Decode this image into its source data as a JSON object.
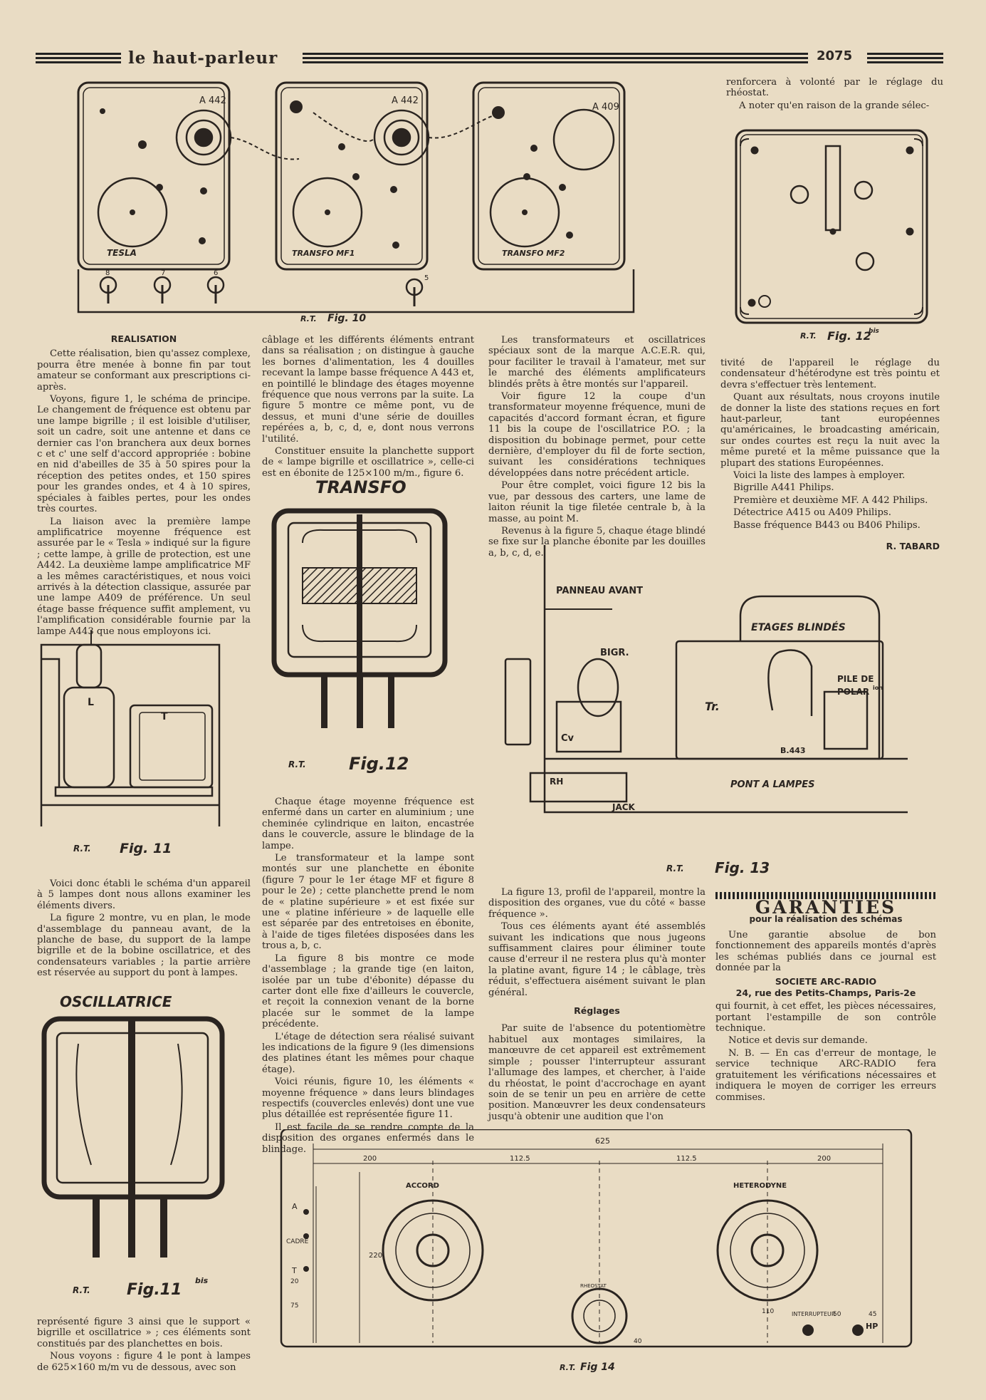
{
  "masthead": {
    "name": "le haut-parleur",
    "page_number": "2075"
  },
  "figures": {
    "fig10": {
      "caption_prefix": "R.T.",
      "caption": "Fig. 10",
      "tube_labels": [
        "A 442",
        "A 442",
        "A 409"
      ],
      "coil_labels": [
        "TESLA",
        "TRANSFO MF1",
        "TRANSFO MF2"
      ],
      "terminal_numbers": [
        "8",
        "7",
        "6",
        "5"
      ]
    },
    "fig12bis": {
      "caption_prefix": "R.T.",
      "caption": "Fig. 12",
      "sup": "bis"
    },
    "transfo": {
      "title": "TRANSFO",
      "caption_prefix": "R.T.",
      "caption": "Fig.12"
    },
    "fig11": {
      "caption_prefix": "R.T.",
      "caption": "Fig. 11",
      "letters": [
        "L",
        "T"
      ]
    },
    "oscillatrice": {
      "title": "OSCILLATRICE",
      "caption_prefix": "R.T.",
      "caption": "Fig.11",
      "sup": "bis"
    },
    "fig13": {
      "caption_prefix": "R.T.",
      "caption": "Fig. 13",
      "labels": {
        "panneau": "PANNEAU AVANT",
        "etages": "ETAGES BLINDÉS",
        "bigr": "BIGR.",
        "pile": "PILE DE",
        "polar": "POLAR",
        "polar_sup": "ion",
        "tr": "Tr.",
        "cv": "Cv",
        "rh": "RH",
        "jack": "JACK",
        "b443": "B.443",
        "pont": "PONT A LAMPES"
      }
    },
    "fig14": {
      "caption_prefix": "R.T.",
      "caption": "Fig 14",
      "dims": {
        "total": "625",
        "d1": "200",
        "d2": "112.5",
        "d3": "112.5",
        "d4": "200",
        "height": "220",
        "d75": "75",
        "d20": "20",
        "d110": "110",
        "d50": "50",
        "d45": "45",
        "d40": "40"
      },
      "dial_labels": [
        "ACCORD",
        "HETERODYNE"
      ],
      "left_labels": [
        "A",
        "CADRE",
        "T"
      ],
      "small_labels": {
        "interrupteur": "INTERRUPTEUR",
        "hp": "HP",
        "rheostat": "RHEOSTAT"
      }
    }
  },
  "col1": {
    "heading": "REALISATION",
    "paras": [
      "Cette réalisation, bien qu'assez complexe, pourra être menée à bonne fin par tout amateur se conformant aux prescriptions ci-après.",
      "Voyons, figure 1, le schéma de principe. Le changement de fréquence est obtenu par une lampe bigrille ; il est loisible d'utiliser, soit un cadre, soit une antenne et dans ce dernier cas l'on branchera aux deux bornes c et c' une self d'accord appropriée : bobine en nid d'abeilles de 35 à 50 spires pour la réception des petites ondes, et 150 spires pour les grandes ondes, et 4 à 10 spires, spéciales à faibles pertes, pour les ondes très courtes.",
      "La liaison avec la première lampe amplificatrice moyenne fréquence est assurée par le « Tesla » indiqué sur la figure ; cette lampe, à grille de protection, est une A442. La deuxième lampe amplificatrice MF a les mêmes caractéristiques, et nous voici arrivés à la détection classique, assurée par une lampe A409 de préférence. Un seul étage basse fréquence suffit amplement, vu l'amplification considérable fournie par la lampe A443 que nous employons ici."
    ],
    "paras_b": [
      "Voici donc établi le schéma d'un appareil à 5 lampes dont nous allons examiner les éléments divers.",
      "La figure 2 montre, vu en plan, le mode d'assemblage du panneau avant, de la planche de base, du support de la lampe bigrille et de la bobine oscillatrice, et des condensateurs variables ; la partie arrière est réservée au support du pont à lampes."
    ],
    "paras_c": [
      "représenté figure 3 ainsi que le support « bigrille et oscillatrice » ; ces éléments sont constitués par des planchettes en bois.",
      "Nous voyons : figure 4 le pont à lampes de 625×160 m/m vu de dessous, avec son"
    ]
  },
  "col2": {
    "paras": [
      "câblage et les différents éléments entrant dans sa réalisation ; on distingue à gauche les bornes d'alimentation, les 4 douilles recevant la lampe basse fréquence A 443 et, en pointillé le blindage des étages moyenne fréquence que nous verrons par la suite. La figure 5 montre ce même pont, vu de dessus, et muni d'une série de douilles repérées a, b, c, d, e, dont nous verrons l'utilité.",
      "Constituer ensuite la planchette support de « lampe bigrille et oscillatrice », celle-ci est en ébonite de 125×100 m/m., figure 6."
    ],
    "paras_b": [
      "Chaque étage moyenne fréquence est enfermé dans un carter en aluminium ; une cheminée cylindrique en laiton, encastrée dans le couvercle, assure le blindage de la lampe.",
      "Le transformateur et la lampe sont montés sur une planchette en ébonite (figure 7 pour le 1er étage MF et figure 8 pour le 2e) ; cette planchette prend le nom de « platine supérieure » et est fixée sur une « platine inférieure » de laquelle elle est séparée par des entretoises en ébonite, à l'aide de tiges filetées disposées dans les trous a, b, c.",
      "La figure 8 bis montre ce mode d'assemblage ; la grande tige (en laiton, isolée par un tube d'ébonite) dépasse du carter dont elle fixe d'ailleurs le couvercle, et reçoit la connexion venant de la borne placée sur le sommet de la lampe précédente.",
      "L'étage de détection sera réalisé suivant les indications de la figure 9 (les dimensions des platines étant les mêmes pour chaque étage).",
      "Voici réunis, figure 10, les éléments « moyenne fréquence » dans leurs blindages respectifs (couvercles enlevés) dont une vue plus détaillée est représentée figure 11.",
      "Il est facile de se rendre compte de la disposition des organes enfermés dans le blindage."
    ]
  },
  "col3": {
    "paras": [
      "Les transformateurs et oscillatrices spéciaux sont de la marque A.C.E.R. qui, pour faciliter le travail à l'amateur, met sur le marché des éléments amplificateurs blindés prêts à être montés sur l'appareil.",
      "Voir figure 12 la coupe d'un transformateur moyenne fréquence, muni de capacités d'accord formant écran, et figure 11 bis la coupe de l'oscillatrice P.O. ; la disposition du bobinage permet, pour cette dernière, d'employer du fil de forte section, suivant les considérations techniques développées dans notre précédent article.",
      "Pour être complet, voici figure 12 bis la vue, par dessous des carters, une lame de laiton réunit la tige filetée centrale b, à la masse, au point M.",
      "Revenus à la figure 5, chaque étage blindé se fixe sur la planche ébonite par les douilles a, b, c, d, e."
    ],
    "paras_b": [
      "La figure 13, profil de l'appareil, montre la disposition des organes, vue du côté « basse fréquence ».",
      "Tous ces éléments ayant été assemblés suivant les indications que nous jugeons suffisamment claires pour éliminer toute cause d'erreur il ne restera plus qu'à monter la platine avant, figure 14 ; le câblage, très réduit, s'effectuera aisément suivant le plan général."
    ],
    "heading_b": "Réglages",
    "paras_c": [
      "Par suite de l'absence du potentiomètre habituel aux montages similaires, la manœuvre de cet appareil est extrêmement simple ; pousser l'interrupteur assurant l'allumage des lampes, et chercher, à l'aide du rhéostat, le point d'accrochage en ayant soin de se tenir un peu en arrière de cette position. Manœuvrer les deux condensateurs jusqu'à obtenir une audition que l'on"
    ]
  },
  "col4": {
    "top_paras": [
      "renforcera à volonté par le réglage du rhéostat.",
      "A noter qu'en raison de la grande sélec-"
    ],
    "paras": [
      "tivité de l'appareil le réglage du condensateur d'hétérodyne est très pointu et devra s'effectuer très lentement.",
      "Quant aux résultats, nous croyons inutile de donner la liste des stations reçues en fort haut-parleur, tant européennes qu'américaines, le broadcasting américain, sur ondes courtes est reçu la nuit avec la même pureté et la même puissance que la plupart des stations Européennes.",
      "Voici la liste des lampes à employer."
    ],
    "lamps": [
      "Bigrille A441 Philips.",
      "Première et deuxième MF. A 442 Philips.",
      "Détectrice A415 ou A409 Philips.",
      "Basse fréquence B443 ou B406 Philips."
    ],
    "signature": "R. TABARD",
    "guarantee": {
      "title": "GARANTIES",
      "subtitle": "pour la réalisation des schémas",
      "p1": "Une garantie absolue de bon fonctionnement des appareils montés d'après les schémas publiés dans ce journal est donnée par la",
      "company": "SOCIETE ARC-RADIO",
      "address": "24, rue des Petits-Champs, Paris-2e",
      "p2": "qui fournit, à cet effet, les pièces nécessaires, portant l'estampille de son contrôle technique.",
      "p3": "Notice et devis sur demande.",
      "p4": "N. B. — En cas d'erreur de montage, le service technique ARC-RADIO fera gratuitement les vérifications nécessaires et indiquera le moyen de corriger les erreurs commises."
    }
  }
}
